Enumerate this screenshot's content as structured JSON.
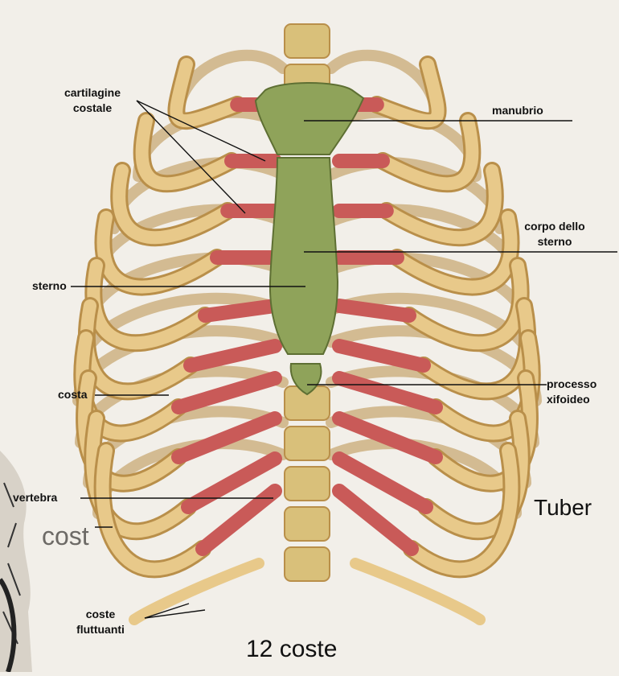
{
  "labels": {
    "cartilagine_costale": [
      "cartilagine",
      "costale"
    ],
    "manubrio": "manubrio",
    "corpo_dello_sterno": [
      "corpo dello",
      "sterno"
    ],
    "sterno": "sterno",
    "costa": "costa",
    "processo_xifoideo": [
      "processo",
      "xifoideo"
    ],
    "vertebra": "vertebra",
    "coste_fluttuanti": [
      "coste",
      "fluttuanti"
    ]
  },
  "caption": "12 coste",
  "overlap_text_right": "Tuber",
  "overlap_text_left": "cost",
  "colors": {
    "background": "#f2efe9",
    "bone": "#e8c98a",
    "bone_shadow": "#b98f4a",
    "cartilage": "#c95a58",
    "sternum": "#8fa35a",
    "vertebra": "#d9c07a"
  }
}
